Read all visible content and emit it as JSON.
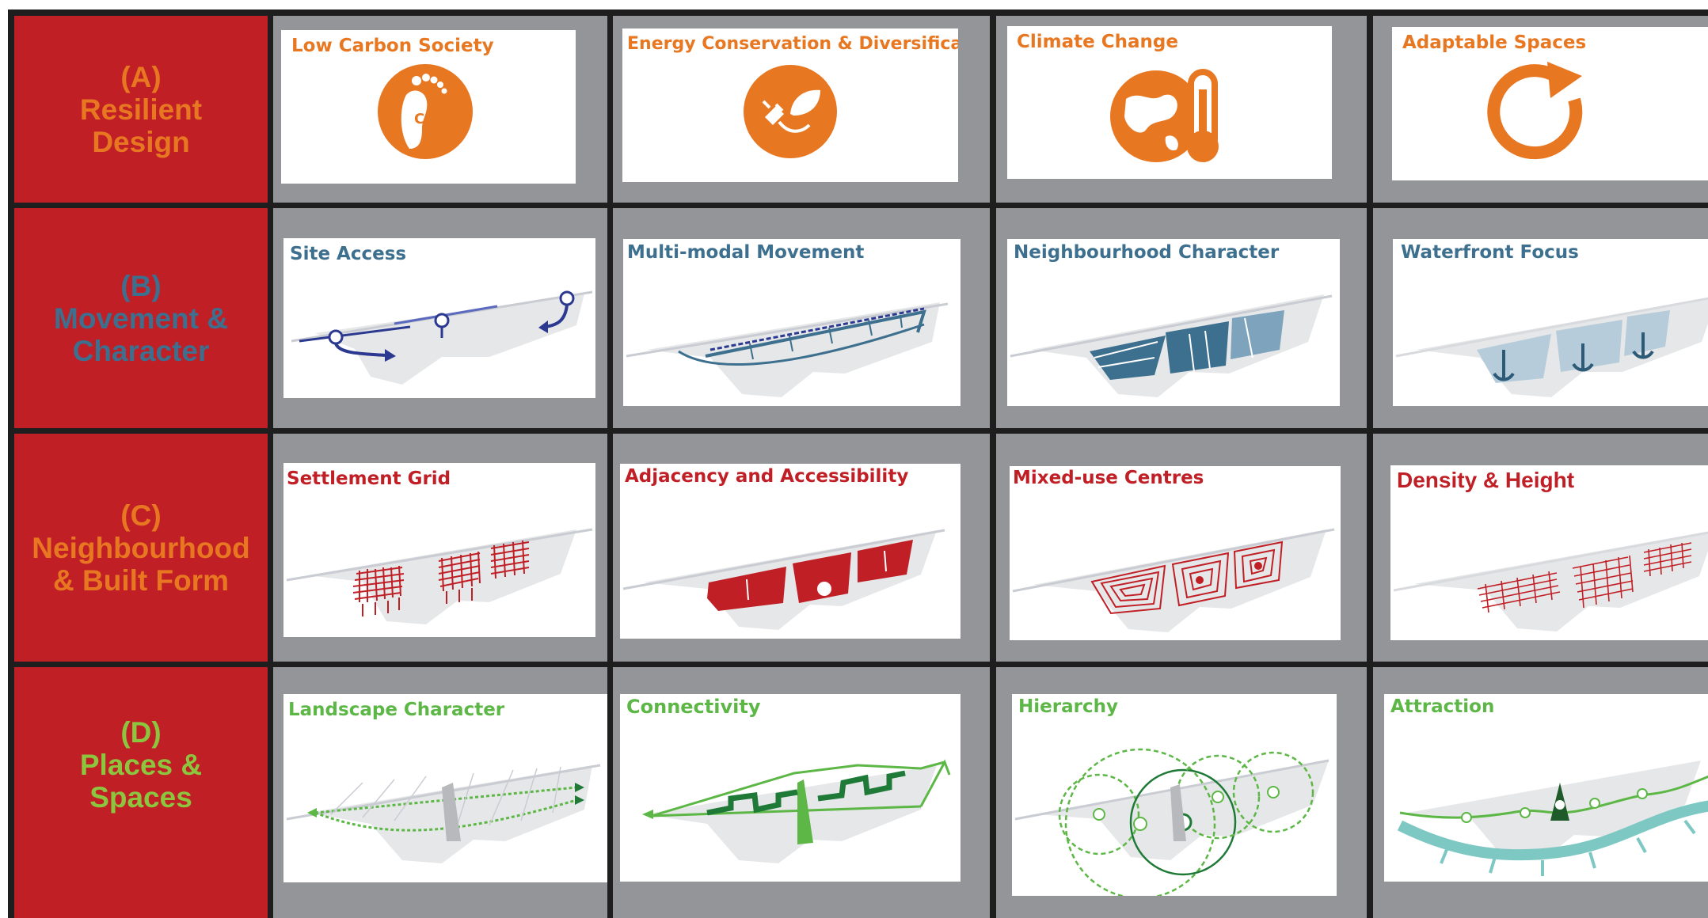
{
  "colors": {
    "row_label_bg": "#c01f26",
    "cell_bg": "#939598",
    "grid_line": "#1e1e1e",
    "orange": "#e87722",
    "blue": "#3d6f8e",
    "red": "#c01f26",
    "green": "#5db746"
  },
  "rows": [
    {
      "label": [
        "(A)",
        "Resilient",
        "Design"
      ],
      "label_color": "#e87722",
      "cards": [
        {
          "title": "Low Carbon Society",
          "icon": "co2-footprint-icon"
        },
        {
          "title": "Energy Conservation & Diversification",
          "icon": "plug-leaf-icon"
        },
        {
          "title": "Climate Change",
          "icon": "globe-thermometer-icon"
        },
        {
          "title": "Adaptable Spaces",
          "icon": "circular-arrow-icon"
        }
      ]
    },
    {
      "label": [
        "(B)",
        "Movement &",
        "Character"
      ],
      "label_color": "#3d6f8e",
      "cards": [
        {
          "title": "Site Access",
          "icon": "site-access-map"
        },
        {
          "title": "Multi-modal Movement",
          "icon": "multi-modal-map"
        },
        {
          "title": "Neighbourhood Character",
          "icon": "neighbourhood-map"
        },
        {
          "title": "Waterfront Focus",
          "icon": "waterfront-map"
        }
      ]
    },
    {
      "label": [
        "(C)",
        "Neighbourhood",
        "& Built Form"
      ],
      "label_color": "#e87722",
      "cards": [
        {
          "title": "Settlement Grid",
          "icon": "settlement-grid-map"
        },
        {
          "title": "Adjacency and Accessibility",
          "icon": "adjacency-map"
        },
        {
          "title": "Mixed-use Centres",
          "icon": "mixed-use-map"
        },
        {
          "title": "Density & Height",
          "icon": "density-map"
        }
      ]
    },
    {
      "label": [
        "(D)",
        "Places &",
        "Spaces"
      ],
      "label_color": "#8cc63f",
      "cards": [
        {
          "title": "Landscape Character",
          "icon": "landscape-map"
        },
        {
          "title": "Connectivity",
          "icon": "connectivity-map"
        },
        {
          "title": "Hierarchy",
          "icon": "hierarchy-map"
        },
        {
          "title": "Attraction",
          "icon": "attraction-map"
        }
      ]
    }
  ]
}
